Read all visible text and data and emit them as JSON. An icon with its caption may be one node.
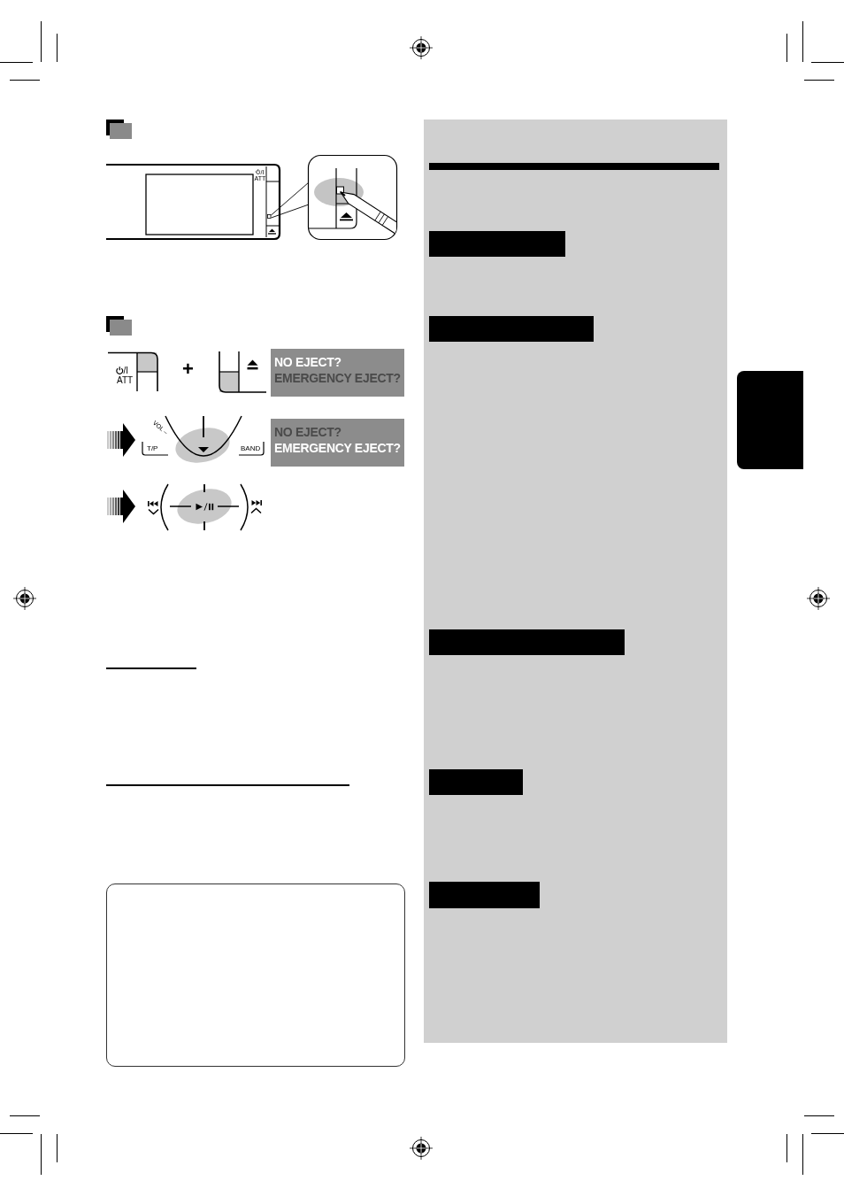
{
  "diagram": {
    "nodes": [
      {
        "text": [
          "NO EJECT?",
          "EMERGENCY EJECT?"
        ]
      },
      {
        "text": [
          "NO EJECT?",
          "EMERGENCY EJECT?"
        ]
      },
      {
        "text": [],
        "shape": "bar"
      },
      {
        "text": [],
        "shape": "bar"
      },
      {
        "text": [],
        "shape": "bar"
      },
      {
        "text": [],
        "shape": "bar"
      },
      {
        "text": [],
        "shape": "bar"
      },
      {
        "text": [],
        "shape": "box"
      }
    ],
    "labels": [
      "/I",
      "ATT",
      "/I",
      "ATT",
      "+",
      "VOL –",
      "T/P",
      "BAND"
    ]
  }
}
